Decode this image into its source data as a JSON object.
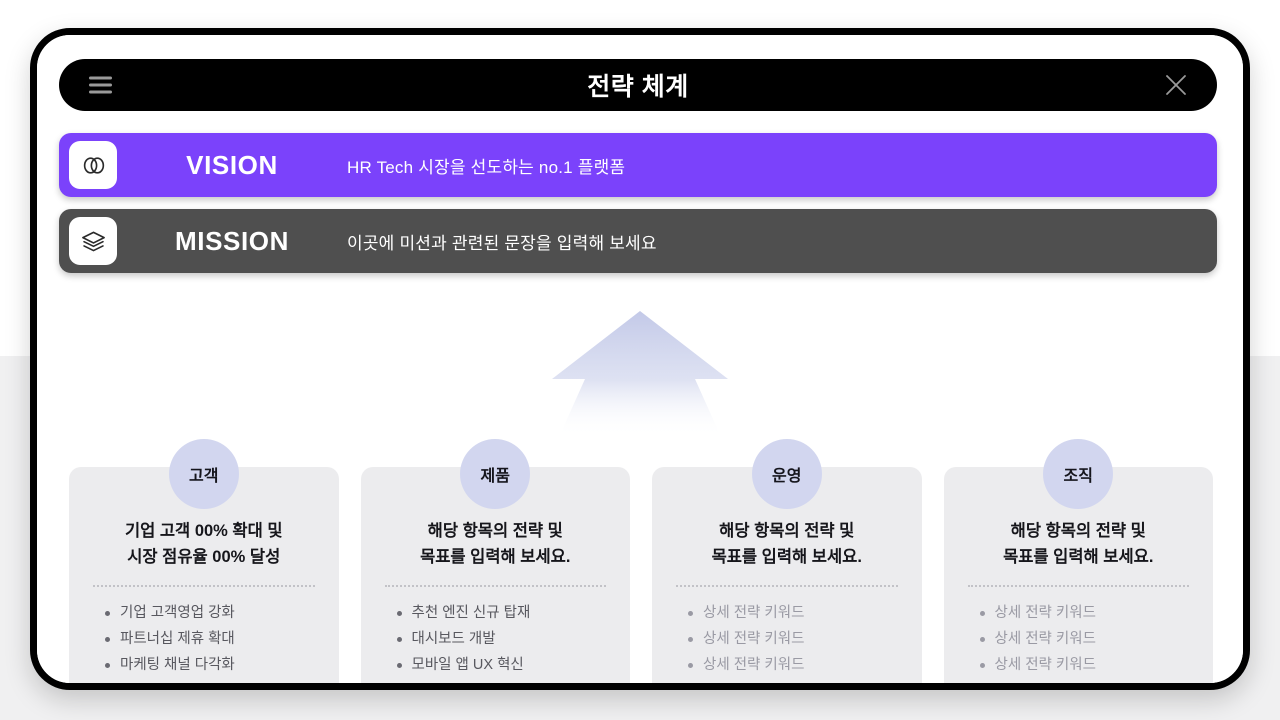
{
  "colors": {
    "vision_bg": "#7b42fb",
    "mission_bg": "#4f4f4f",
    "titlebar_bg": "#000000",
    "bubble_bg": "#d2d6ef",
    "card_bg": "#ececee",
    "arrow": "#c6cbe8",
    "page_bottom_bg": "#f0f0f1"
  },
  "titlebar": {
    "menu_icon": "hamburger-icon",
    "title": "전략 체계",
    "close_icon": "close-icon"
  },
  "vision": {
    "icon": "link-icon",
    "label": "VISION",
    "text": "HR Tech 시장을 선도하는 no.1 플랫폼"
  },
  "mission": {
    "icon": "layers-icon",
    "label": "MISSION",
    "text": "이곳에 미션과 관련된 문장을 입력해 보세요"
  },
  "arrow": {
    "icon": "arrow-up-icon"
  },
  "pillars": [
    {
      "bubble": "고객",
      "headline": "기업 고객 00% 확대 및\n시장 점유율 00% 달성",
      "muted": false,
      "items": [
        "기업 고객영업 강화",
        "파트너십 제휴 확대",
        "마케팅 채널 다각화"
      ]
    },
    {
      "bubble": "제품",
      "headline": "해당 항목의 전략 및\n목표를 입력해 보세요.",
      "muted": false,
      "items": [
        "추천 엔진 신규 탑재",
        "대시보드 개발",
        "모바일 앱 UX 혁신"
      ]
    },
    {
      "bubble": "운영",
      "headline": "해당 항목의 전략 및\n목표를 입력해 보세요.",
      "muted": true,
      "items": [
        "상세 전략 키워드",
        "상세 전략 키워드",
        "상세 전략 키워드"
      ]
    },
    {
      "bubble": "조직",
      "headline": "해당 항목의 전략 및\n목표를 입력해 보세요.",
      "muted": true,
      "items": [
        "상세 전략 키워드",
        "상세 전략 키워드",
        "상세 전략 키워드"
      ]
    }
  ]
}
